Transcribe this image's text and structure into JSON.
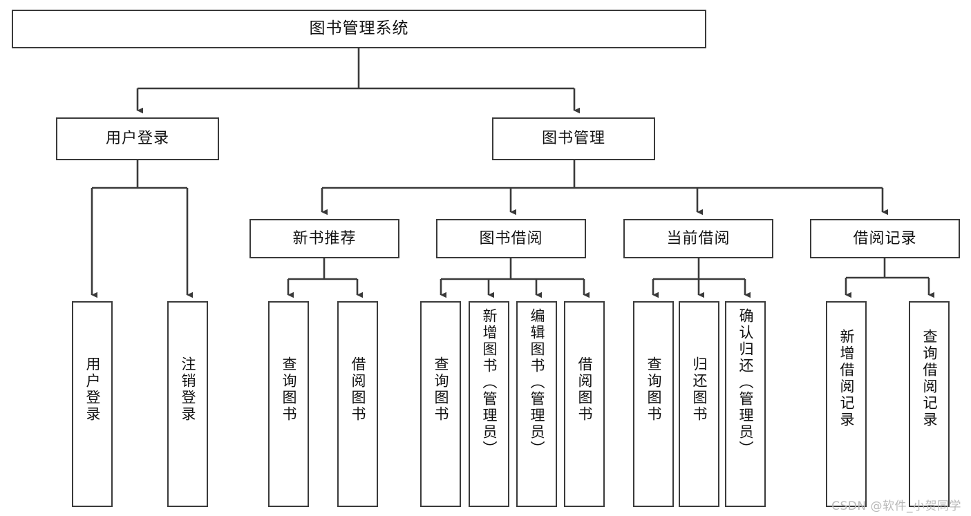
{
  "diagram": {
    "title": "图书管理系统",
    "type": "hierarchy-tree",
    "watermark": "CSDN @软件_小贺同学",
    "colors": {
      "background": "#ffffff",
      "box_border": "#3a3a3a",
      "box_fill": "#ffffff",
      "connector": "#3a3a3a",
      "text": "#111111",
      "watermark": "#b9b9b9"
    },
    "levels": {
      "level0": [
        {
          "id": "root",
          "label": "图书管理系统",
          "orientation": "horizontal"
        }
      ],
      "level1": [
        {
          "id": "user-login",
          "label": "用户登录",
          "orientation": "horizontal"
        },
        {
          "id": "book-manage",
          "label": "图书管理",
          "orientation": "horizontal"
        }
      ],
      "level2": [
        {
          "id": "new-book-rec",
          "label": "新书推荐",
          "orientation": "horizontal",
          "parent": "book-manage"
        },
        {
          "id": "book-borrow",
          "label": "图书借阅",
          "orientation": "horizontal",
          "parent": "book-manage"
        },
        {
          "id": "current-borrow",
          "label": "当前借阅",
          "orientation": "horizontal",
          "parent": "book-manage"
        },
        {
          "id": "borrow-record",
          "label": "借阅记录",
          "orientation": "horizontal",
          "parent": "book-manage"
        }
      ],
      "level3": [
        {
          "id": "leaf-user-login",
          "label": "用户登录",
          "orientation": "vertical",
          "parent": "user-login"
        },
        {
          "id": "leaf-user-logout",
          "label": "注销登录",
          "orientation": "vertical",
          "parent": "user-login"
        },
        {
          "id": "leaf-query-book-1",
          "label": "查询图书",
          "orientation": "vertical",
          "parent": "new-book-rec"
        },
        {
          "id": "leaf-borrow-book-1",
          "label": "借阅图书",
          "orientation": "vertical",
          "parent": "new-book-rec"
        },
        {
          "id": "leaf-query-book-2",
          "label": "查询图书",
          "orientation": "vertical",
          "parent": "book-borrow"
        },
        {
          "id": "leaf-add-book",
          "label": "新增图书（管理员）",
          "orientation": "vertical",
          "parent": "book-borrow"
        },
        {
          "id": "leaf-edit-book",
          "label": "编辑图书（管理员）",
          "orientation": "vertical",
          "parent": "book-borrow"
        },
        {
          "id": "leaf-borrow-book-2",
          "label": "借阅图书",
          "orientation": "vertical",
          "parent": "book-borrow"
        },
        {
          "id": "leaf-query-book-3",
          "label": "查询图书",
          "orientation": "vertical",
          "parent": "current-borrow"
        },
        {
          "id": "leaf-return-book",
          "label": "归还图书",
          "orientation": "vertical",
          "parent": "current-borrow"
        },
        {
          "id": "leaf-confirm-return",
          "label": "确认归还（管理员）",
          "orientation": "vertical",
          "parent": "current-borrow"
        },
        {
          "id": "leaf-add-record",
          "label": "新增借阅记录",
          "orientation": "vertical",
          "parent": "borrow-record"
        },
        {
          "id": "leaf-query-record",
          "label": "查询借阅记录",
          "orientation": "vertical",
          "parent": "borrow-record"
        }
      ]
    }
  }
}
